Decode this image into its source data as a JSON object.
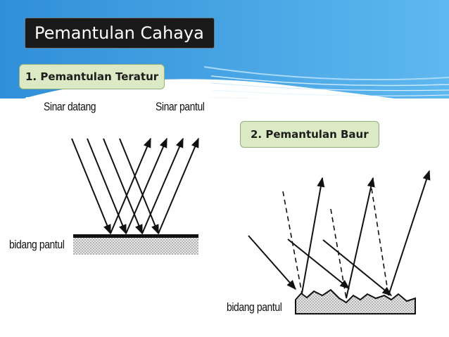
{
  "slide": {
    "title": "Pemantulan Cahaya",
    "regular": {
      "heading": "1. Pemantulan Teratur",
      "incident_label": "Sinar datang",
      "reflected_label": "Sinar pantul",
      "surface_label": "bidang pantul"
    },
    "diffuse": {
      "heading": "2. Pemantulan Baur",
      "surface_label": "bidang pantul"
    }
  },
  "colors": {
    "banner_blue": "#3a9be0",
    "title_bg": "#1a1a1a",
    "label_bg": "#dbe9c4"
  }
}
